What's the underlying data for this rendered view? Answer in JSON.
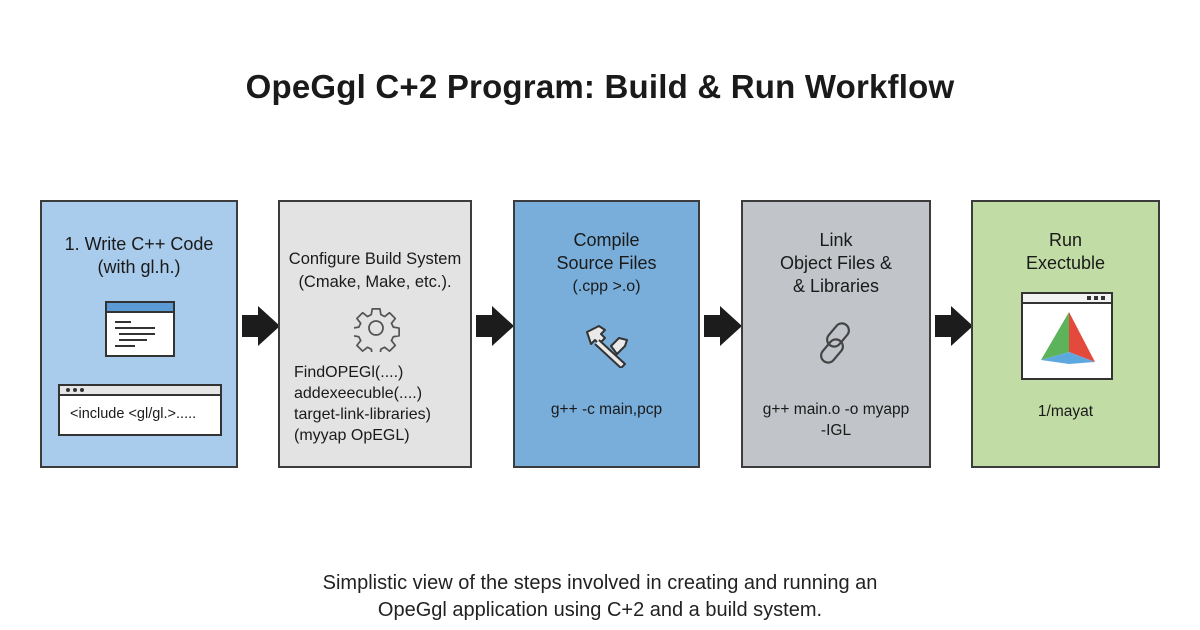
{
  "title": "OpeGgl C+2 Program: Build & Run Workflow",
  "steps": [
    {
      "lines": [
        "1. Write C++ Code",
        "(with gl.h.)"
      ],
      "icon": "code-window-icon",
      "snippet": "<include <gl/gl.>.....",
      "color": "#a9ccec"
    },
    {
      "lines": [
        "Configure Build System",
        "(Cmake, Make, etc.)."
      ],
      "icon": "gear-icon",
      "commands": [
        "FindOPEGl(....)",
        "addexeecuble(....)",
        "target-link-libraries)",
        "(myyap OpEGL)"
      ],
      "color": "#e3e3e3"
    },
    {
      "lines": [
        "Compile",
        "Source Files",
        "(.cpp >.o)"
      ],
      "icon": "hammer-icon",
      "commands": [
        "g++ -c main,pcp"
      ],
      "color": "#79aedb"
    },
    {
      "lines": [
        "Link",
        "Object Files &",
        "& Libraries"
      ],
      "icon": "chain-link-icon",
      "commands": [
        "g++ main.o -o myapp",
        "-IGL"
      ],
      "color": "#c1c4c8"
    },
    {
      "lines": [
        "Run",
        "Exectuble"
      ],
      "icon": "triangle-window-icon",
      "commands": [
        "1/mayat"
      ],
      "color": "#c2dca5"
    }
  ],
  "caption": [
    "Simplistic view of the steps involved in creating and running an",
    "OpeGgl application using C+2 and a build system."
  ]
}
